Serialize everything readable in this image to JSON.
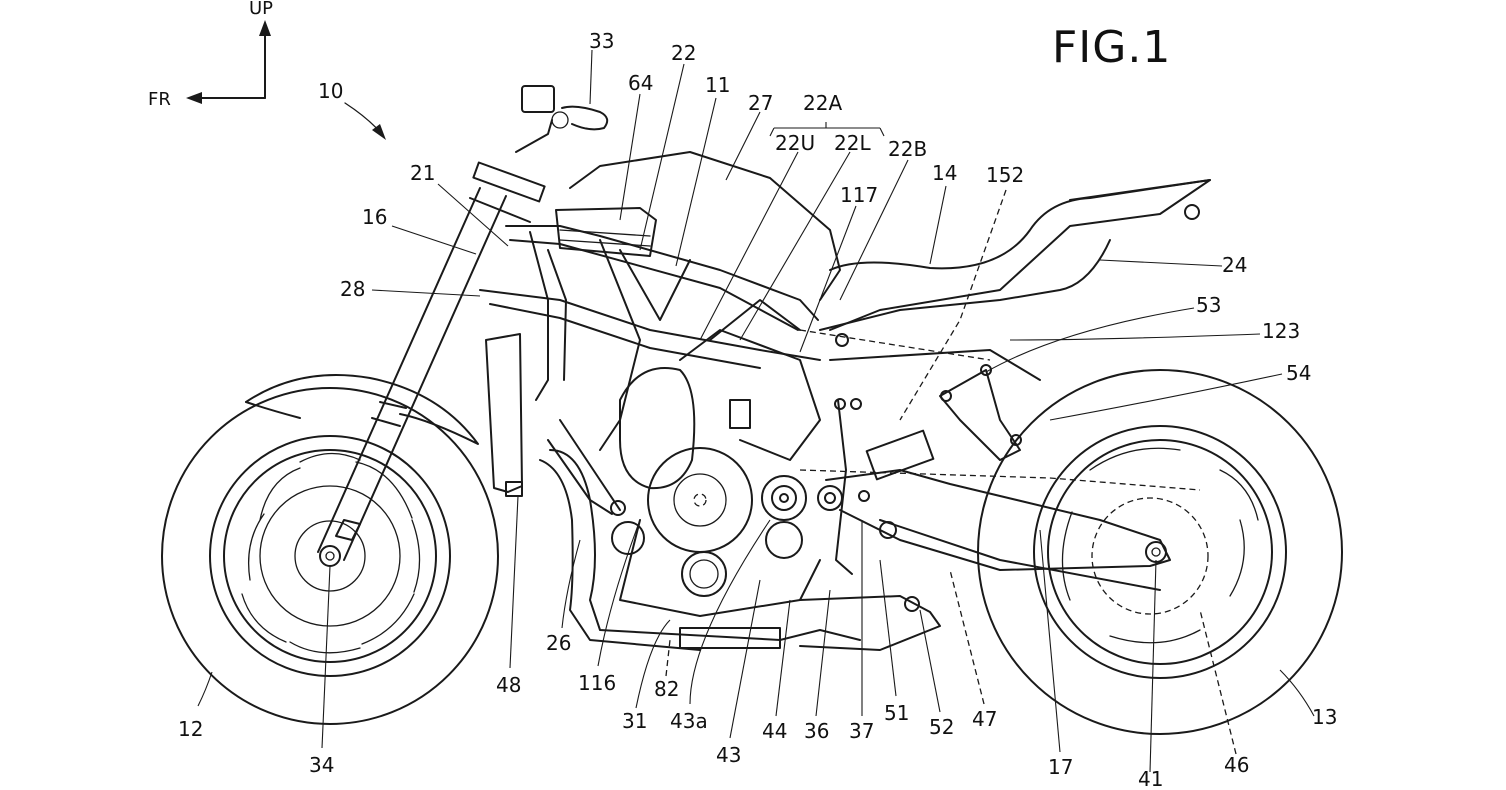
{
  "figure": {
    "title": "FIG.1",
    "directions": {
      "up": "UP",
      "front": "FR"
    }
  },
  "labels": [
    {
      "id": "l10",
      "text": "10"
    },
    {
      "id": "l33",
      "text": "33"
    },
    {
      "id": "l64",
      "text": "64"
    },
    {
      "id": "l22",
      "text": "22"
    },
    {
      "id": "l11",
      "text": "11"
    },
    {
      "id": "l27",
      "text": "27"
    },
    {
      "id": "l22A",
      "text": "22A"
    },
    {
      "id": "l22U",
      "text": "22U"
    },
    {
      "id": "l22L",
      "text": "22L"
    },
    {
      "id": "l22B",
      "text": "22B"
    },
    {
      "id": "l14",
      "text": "14"
    },
    {
      "id": "l152",
      "text": "152"
    },
    {
      "id": "l117",
      "text": "117"
    },
    {
      "id": "l21",
      "text": "21"
    },
    {
      "id": "l16",
      "text": "16"
    },
    {
      "id": "l28",
      "text": "28"
    },
    {
      "id": "l24",
      "text": "24"
    },
    {
      "id": "l53",
      "text": "53"
    },
    {
      "id": "l123",
      "text": "123"
    },
    {
      "id": "l54",
      "text": "54"
    },
    {
      "id": "l12",
      "text": "12"
    },
    {
      "id": "l34",
      "text": "34"
    },
    {
      "id": "l48",
      "text": "48"
    },
    {
      "id": "l26",
      "text": "26"
    },
    {
      "id": "l116",
      "text": "116"
    },
    {
      "id": "l31",
      "text": "31"
    },
    {
      "id": "l82",
      "text": "82"
    },
    {
      "id": "l43a",
      "text": "43a"
    },
    {
      "id": "l43",
      "text": "43"
    },
    {
      "id": "l44",
      "text": "44"
    },
    {
      "id": "l36",
      "text": "36"
    },
    {
      "id": "l37",
      "text": "37"
    },
    {
      "id": "l51",
      "text": "51"
    },
    {
      "id": "l52",
      "text": "52"
    },
    {
      "id": "l47",
      "text": "47"
    },
    {
      "id": "l17",
      "text": "17"
    },
    {
      "id": "l41",
      "text": "41"
    },
    {
      "id": "l46",
      "text": "46"
    },
    {
      "id": "l13",
      "text": "13"
    }
  ]
}
